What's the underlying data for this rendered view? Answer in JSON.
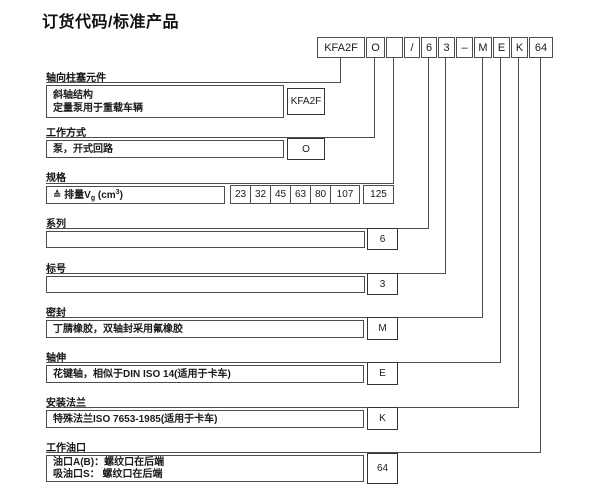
{
  "title": "订货代码/标准产品",
  "colors": {
    "background": "#ffffff",
    "line": "#4d4d4d",
    "text": "#1a1a1a"
  },
  "code_row": {
    "cells": [
      {
        "text": "KFA2F"
      },
      {
        "text": "O"
      },
      {
        "text": ""
      },
      {
        "text": "/"
      },
      {
        "text": "6"
      },
      {
        "text": "3"
      },
      {
        "text": "–"
      },
      {
        "text": "M"
      },
      {
        "text": "E"
      },
      {
        "text": "K"
      },
      {
        "text": "64"
      }
    ]
  },
  "sections": [
    {
      "label": "轴向柱塞元件",
      "desc_line1": "斜轴结构",
      "desc_line2": "定量泵用于重载车辆",
      "value": "KFA2F"
    },
    {
      "label": "工作方式",
      "desc_line1": "泵，开式回路",
      "value": "O"
    },
    {
      "label": "规格",
      "desc_prefix": "≙ 排量V",
      "desc_sub": "g",
      "desc_mid": " (cm",
      "desc_sup": "3",
      "desc_suffix": ")",
      "values": [
        "23",
        "32",
        "45",
        "63",
        "80",
        "107",
        "125"
      ]
    },
    {
      "label": "系列",
      "desc_line1": "",
      "value": "6"
    },
    {
      "label": "标号",
      "desc_line1": "",
      "value": "3"
    },
    {
      "label": "密封",
      "desc_line1": "丁腈橡胶，双轴封采用氟橡胶",
      "value": "M"
    },
    {
      "label": "轴伸",
      "desc_line1": "花键轴，相似于DIN ISO 14(适用于卡车)",
      "value": "E"
    },
    {
      "label": "安装法兰",
      "desc_line1": "特殊法兰ISO 7653-1985(适用于卡车)",
      "value": "K"
    },
    {
      "label": "工作油口",
      "desc_line1": "油口A(B)：螺纹口在后端",
      "desc_line2": "吸油口S： 螺纹口在后端",
      "value": "64"
    }
  ]
}
